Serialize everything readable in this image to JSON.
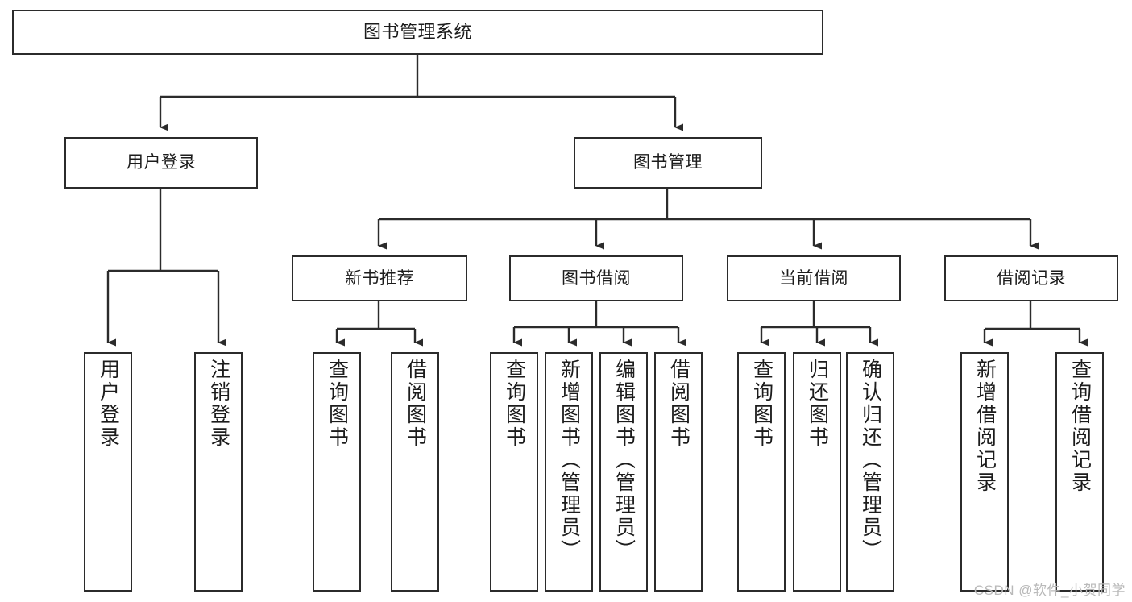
{
  "diagram": {
    "title": "图书管理系统",
    "type": "tree-hierarchy",
    "stroke_color": "#2b2b2b",
    "fill_color": "#ffffff",
    "background_color": "#ffffff",
    "watermark": "CSDN @软件_小贺同学",
    "nodes": {
      "root": {
        "label": "图书管理系统"
      },
      "level2": [
        {
          "label": "用户登录"
        },
        {
          "label": "图书管理"
        }
      ],
      "level3": [
        {
          "label": "新书推荐"
        },
        {
          "label": "图书借阅"
        },
        {
          "label": "当前借阅"
        },
        {
          "label": "借阅记录"
        }
      ],
      "leaves": {
        "user_login": [
          {
            "label": "用户登录"
          },
          {
            "label": "注销登录"
          }
        ],
        "new_book_recommend": [
          {
            "label": "查询图书"
          },
          {
            "label": "借阅图书"
          }
        ],
        "book_borrow": [
          {
            "label": "查询图书"
          },
          {
            "label": "新增图书（管理员）"
          },
          {
            "label": "编辑图书（管理员）"
          },
          {
            "label": "借阅图书"
          }
        ],
        "current_borrow": [
          {
            "label": "查询图书"
          },
          {
            "label": "归还图书"
          },
          {
            "label": "确认归还（管理员）"
          }
        ],
        "borrow_record": [
          {
            "label": "新增借阅记录"
          },
          {
            "label": "查询借阅记录"
          }
        ]
      }
    }
  }
}
